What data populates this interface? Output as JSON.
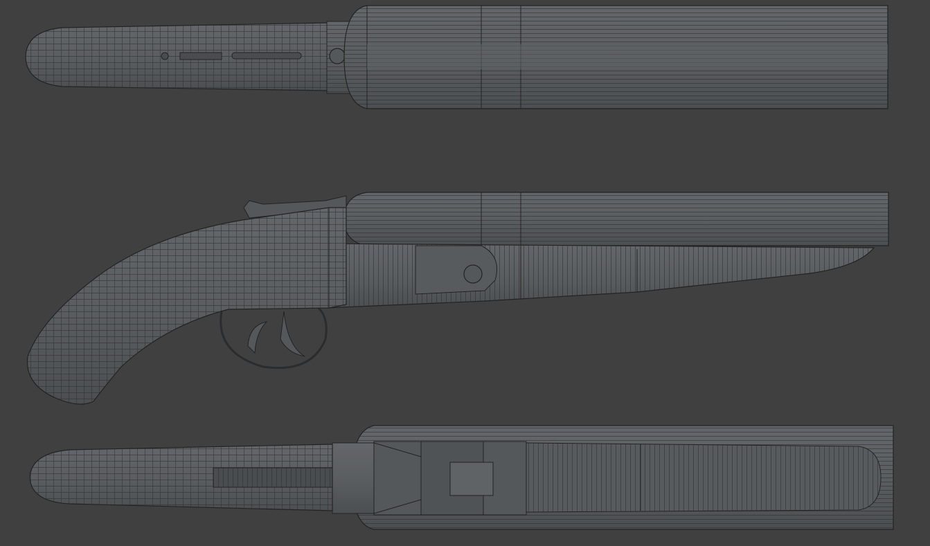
{
  "scene": {
    "views": [
      "top",
      "side",
      "bottom"
    ],
    "colors": {
      "background": "#404040",
      "model": "#5b5e61",
      "model_shadow": "#4e5154",
      "wire": "#2a2c2e"
    }
  }
}
